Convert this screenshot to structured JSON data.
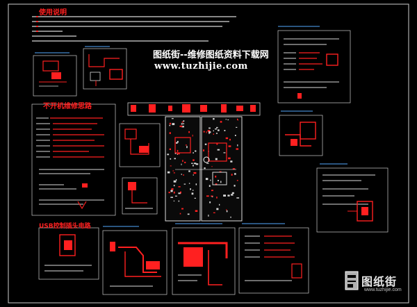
{
  "watermark": {
    "title": "图纸街--维修图纸资料下载网",
    "url": "www.tuzhijie.com"
  },
  "sections": {
    "usage": "使用说明",
    "no_power": "不开机维修思路",
    "usb": "USB控制插头电路"
  },
  "logo": {
    "name": "图纸街",
    "url": "www.tuzhijie.com"
  },
  "colors": {
    "background": "#000000",
    "trace": "#ff2020",
    "text": "#ffffff",
    "panel_border": "#cccccc"
  }
}
